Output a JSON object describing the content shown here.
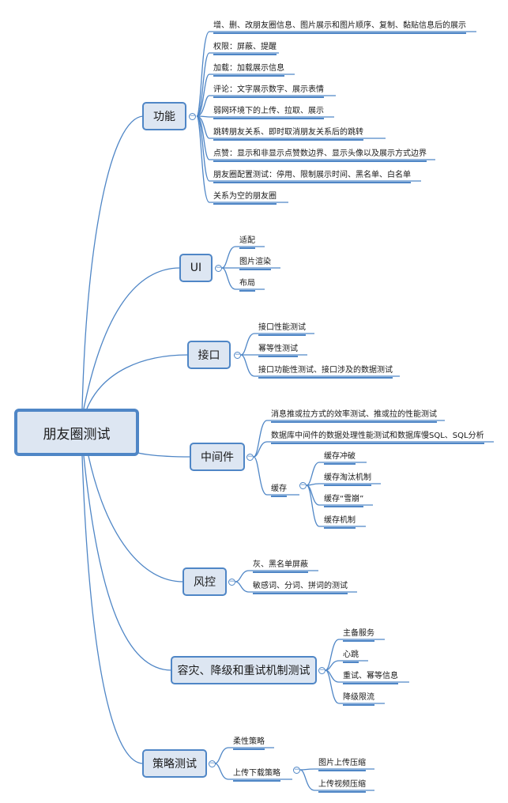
{
  "root": "朋友圈测试",
  "branches": {
    "func": {
      "label": "功能",
      "items": [
        "增、删、改朋友圈信息、图片展示和图片顺序、复制、黏贴信息后的展示",
        "权限：屏蔽、提醒",
        "加载：加载展示信息",
        "评论：文字展示数字、展示表情",
        "弱网环境下的上传、拉取、展示",
        "跳转朋友关系、即时取消朋友关系后的跳转",
        "点赞：显示和非显示点赞数边界、显示头像以及展示方式边界",
        "朋友圈配置测试：停用、限制展示时间、黑名单、白名单",
        "关系为空的朋友圈"
      ]
    },
    "ui": {
      "label": "UI",
      "items": [
        "适配",
        "图片渲染",
        "布局"
      ]
    },
    "api": {
      "label": "接口",
      "items": [
        "接口性能测试",
        "幂等性测试",
        "接口功能性测试、接口涉及的数据测试"
      ]
    },
    "mid": {
      "label": "中间件",
      "items": [
        "消息推或拉方式的效率测试、推或拉的性能测试",
        "数据库中间件的数据处理性能测试和数据库慢SQL、SQL分析"
      ],
      "cache": {
        "label": "缓存",
        "items": [
          "缓存冲破",
          "缓存淘汰机制",
          "缓存“雪崩”",
          "缓存机制"
        ]
      }
    },
    "risk": {
      "label": "风控",
      "items": [
        "灰、黑名单屏蔽",
        "敏感词、分词、拼词的测试"
      ]
    },
    "dr": {
      "label": "容灾、降级和重试机制测试",
      "items": [
        "主备服务",
        "心跳",
        "重试、幂等信息",
        "降级限流"
      ]
    },
    "strat": {
      "label": "策略测试",
      "items": [
        "柔性策略"
      ],
      "updown": {
        "label": "上传下载策略",
        "items": [
          "图片上传压缩",
          "上传视频压缩"
        ]
      }
    }
  },
  "collapse_symbol": "−"
}
